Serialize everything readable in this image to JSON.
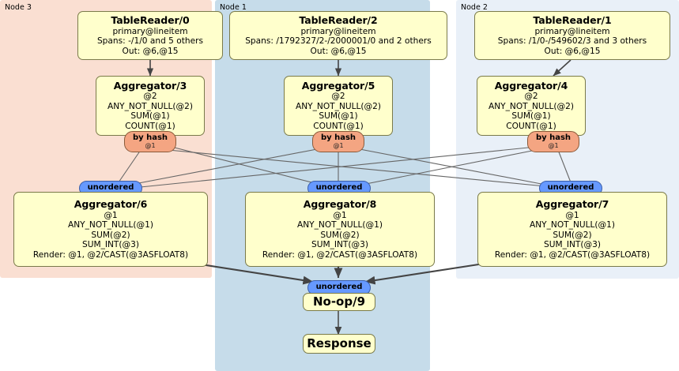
{
  "diagram": {
    "type": "distributed-query-plan",
    "colors": {
      "node3_panel": "#fadfd2",
      "node1_panel": "#c6dcea",
      "node2_panel": "#e9f0f8",
      "box_fill": "#ffffcc",
      "box_stroke": "#7a7a4a",
      "hash_fill": "#f4a582",
      "unordered_fill": "#6699ff",
      "edge": "#555555"
    },
    "panels": [
      {
        "id": "node3",
        "label": "Node 3"
      },
      {
        "id": "node1",
        "label": "Node 1"
      },
      {
        "id": "node2",
        "label": "Node 2"
      }
    ],
    "nodes": {
      "table_reader_0": {
        "title": "TableReader/0",
        "lines": [
          "primary@lineitem",
          "Spans: -/1/0 and 5 others",
          "Out: @6,@15"
        ]
      },
      "table_reader_2": {
        "title": "TableReader/2",
        "lines": [
          "primary@lineitem",
          "Spans: /1792327/2-/2000001/0 and 2 others",
          "Out: @6,@15"
        ]
      },
      "table_reader_1": {
        "title": "TableReader/1",
        "lines": [
          "primary@lineitem",
          "Spans: /1/0-/549602/3 and 3 others",
          "Out: @6,@15"
        ]
      },
      "aggregator_3": {
        "title": "Aggregator/3",
        "lines": [
          "@2",
          "ANY_NOT_NULL(@2)",
          "SUM(@1)",
          "COUNT(@1)"
        ]
      },
      "aggregator_5": {
        "title": "Aggregator/5",
        "lines": [
          "@2",
          "ANY_NOT_NULL(@2)",
          "SUM(@1)",
          "COUNT(@1)"
        ]
      },
      "aggregator_4": {
        "title": "Aggregator/4",
        "lines": [
          "@2",
          "ANY_NOT_NULL(@2)",
          "SUM(@1)",
          "COUNT(@1)"
        ]
      },
      "aggregator_6": {
        "title": "Aggregator/6",
        "lines": [
          "@1",
          "ANY_NOT_NULL(@1)",
          "SUM(@2)",
          "SUM_INT(@3)",
          "Render: @1, @2/CAST(@3ASFLOAT8)"
        ]
      },
      "aggregator_8": {
        "title": "Aggregator/8",
        "lines": [
          "@1",
          "ANY_NOT_NULL(@1)",
          "SUM(@2)",
          "SUM_INT(@3)",
          "Render: @1, @2/CAST(@3ASFLOAT8)"
        ]
      },
      "aggregator_7": {
        "title": "Aggregator/7",
        "lines": [
          "@1",
          "ANY_NOT_NULL(@1)",
          "SUM(@2)",
          "SUM_INT(@3)",
          "Render: @1, @2/CAST(@3ASFLOAT8)"
        ]
      },
      "noop_9": {
        "title": "No-op/9"
      },
      "response": {
        "title": "Response"
      }
    },
    "routers": {
      "by_hash_left": {
        "label": "by hash",
        "sub": "@1"
      },
      "by_hash_center": {
        "label": "by hash",
        "sub": "@1"
      },
      "by_hash_right": {
        "label": "by hash",
        "sub": "@1"
      }
    },
    "streams": {
      "unordered_left": "unordered",
      "unordered_center": "unordered",
      "unordered_right": "unordered",
      "unordered_final": "unordered"
    }
  }
}
